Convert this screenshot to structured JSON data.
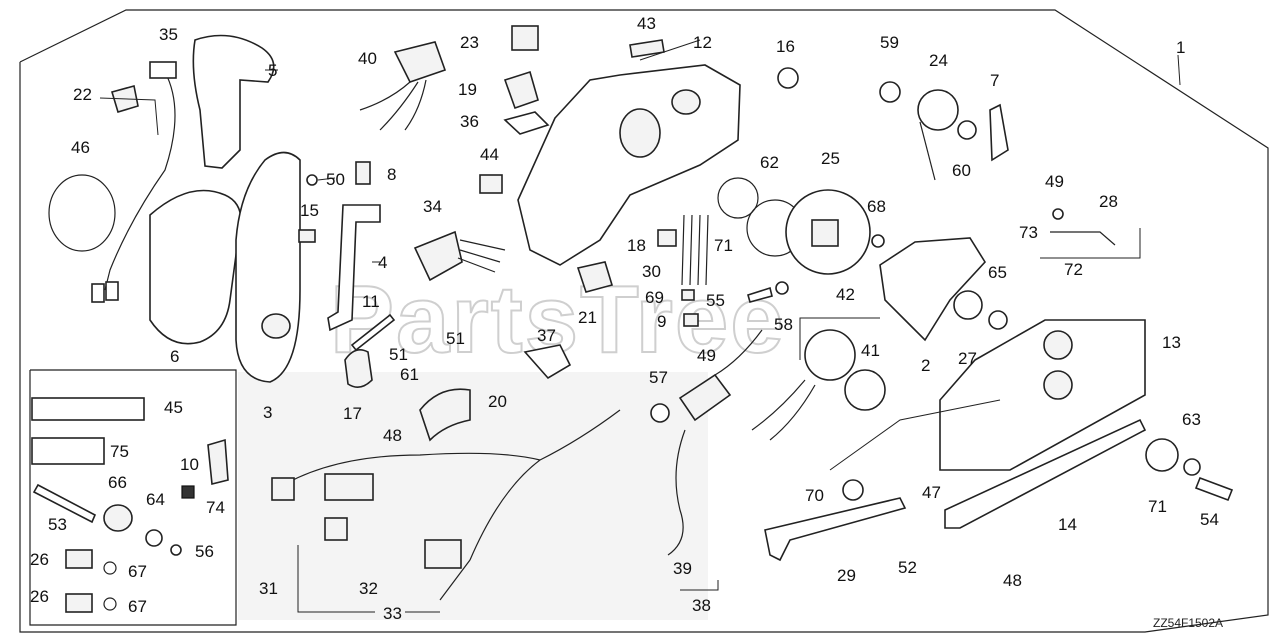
{
  "diagram_code": "ZZ54F1502A",
  "watermark": "PartsTree",
  "labels": [
    {
      "id": "1",
      "text": "1"
    },
    {
      "id": "2",
      "text": "2"
    },
    {
      "id": "3",
      "text": "3"
    },
    {
      "id": "4",
      "text": "4"
    },
    {
      "id": "5",
      "text": "5"
    },
    {
      "id": "6",
      "text": "6"
    },
    {
      "id": "7",
      "text": "7"
    },
    {
      "id": "8",
      "text": "8"
    },
    {
      "id": "9",
      "text": "9"
    },
    {
      "id": "10",
      "text": "10"
    },
    {
      "id": "11",
      "text": "11"
    },
    {
      "id": "12",
      "text": "12"
    },
    {
      "id": "13",
      "text": "13"
    },
    {
      "id": "14",
      "text": "14"
    },
    {
      "id": "15",
      "text": "15"
    },
    {
      "id": "16",
      "text": "16"
    },
    {
      "id": "17",
      "text": "17"
    },
    {
      "id": "18",
      "text": "18"
    },
    {
      "id": "19",
      "text": "19"
    },
    {
      "id": "20",
      "text": "20"
    },
    {
      "id": "21",
      "text": "21"
    },
    {
      "id": "22",
      "text": "22"
    },
    {
      "id": "23",
      "text": "23"
    },
    {
      "id": "24",
      "text": "24"
    },
    {
      "id": "25",
      "text": "25"
    },
    {
      "id": "26a",
      "text": "26"
    },
    {
      "id": "26b",
      "text": "26"
    },
    {
      "id": "27",
      "text": "27"
    },
    {
      "id": "28",
      "text": "28"
    },
    {
      "id": "29",
      "text": "29"
    },
    {
      "id": "30",
      "text": "30"
    },
    {
      "id": "31",
      "text": "31"
    },
    {
      "id": "32",
      "text": "32"
    },
    {
      "id": "33",
      "text": "33"
    },
    {
      "id": "34",
      "text": "34"
    },
    {
      "id": "35",
      "text": "35"
    },
    {
      "id": "36",
      "text": "36"
    },
    {
      "id": "37",
      "text": "37"
    },
    {
      "id": "38",
      "text": "38"
    },
    {
      "id": "39",
      "text": "39"
    },
    {
      "id": "40",
      "text": "40"
    },
    {
      "id": "41",
      "text": "41"
    },
    {
      "id": "42",
      "text": "42"
    },
    {
      "id": "43",
      "text": "43"
    },
    {
      "id": "44",
      "text": "44"
    },
    {
      "id": "45",
      "text": "45"
    },
    {
      "id": "46",
      "text": "46"
    },
    {
      "id": "47",
      "text": "47"
    },
    {
      "id": "48a",
      "text": "48"
    },
    {
      "id": "48b",
      "text": "48"
    },
    {
      "id": "49a",
      "text": "49"
    },
    {
      "id": "49b",
      "text": "49"
    },
    {
      "id": "50",
      "text": "50"
    },
    {
      "id": "51a",
      "text": "51"
    },
    {
      "id": "51b",
      "text": "51"
    },
    {
      "id": "52",
      "text": "52"
    },
    {
      "id": "53",
      "text": "53"
    },
    {
      "id": "54",
      "text": "54"
    },
    {
      "id": "55",
      "text": "55"
    },
    {
      "id": "56",
      "text": "56"
    },
    {
      "id": "57",
      "text": "57"
    },
    {
      "id": "58",
      "text": "58"
    },
    {
      "id": "59",
      "text": "59"
    },
    {
      "id": "60",
      "text": "60"
    },
    {
      "id": "61",
      "text": "61"
    },
    {
      "id": "62",
      "text": "62"
    },
    {
      "id": "63",
      "text": "63"
    },
    {
      "id": "64",
      "text": "64"
    },
    {
      "id": "65",
      "text": "65"
    },
    {
      "id": "66",
      "text": "66"
    },
    {
      "id": "67a",
      "text": "67"
    },
    {
      "id": "67b",
      "text": "67"
    },
    {
      "id": "68",
      "text": "68"
    },
    {
      "id": "69",
      "text": "69"
    },
    {
      "id": "70",
      "text": "70"
    },
    {
      "id": "71a",
      "text": "71"
    },
    {
      "id": "71b",
      "text": "71"
    },
    {
      "id": "72",
      "text": "72"
    },
    {
      "id": "73",
      "text": "73"
    },
    {
      "id": "74",
      "text": "74"
    },
    {
      "id": "75",
      "text": "75"
    }
  ]
}
